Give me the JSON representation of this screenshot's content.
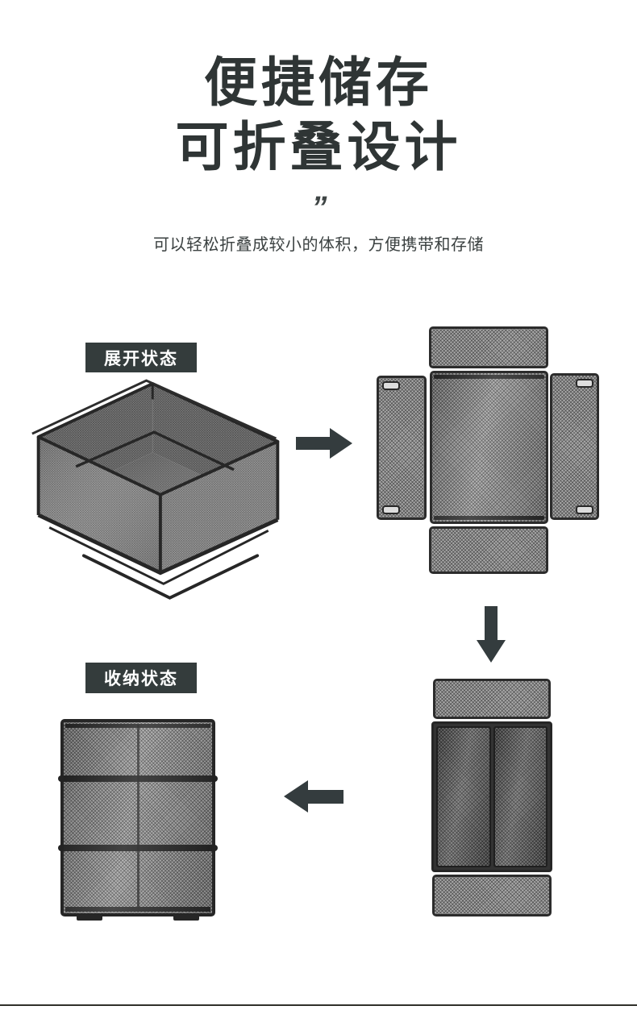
{
  "header": {
    "title_line1": "便捷储存",
    "title_line2": "可折叠设计",
    "quote_mark": "”",
    "subtitle": "可以轻松折叠成较小的体积，方便携带和存储"
  },
  "flow": {
    "expanded_label": "展开状态",
    "folded_label": "收纳状态"
  },
  "icons": {
    "step1_to_step2": "right-arrow",
    "step2_to_step3": "down-arrow",
    "step3_to_step4": "left-arrow"
  },
  "colors": {
    "background": "#ffffff",
    "title_text": "#2f3535",
    "subtitle_text": "#3b4141",
    "state_label_bg": "#343c3c",
    "state_label_text": "#ffffff",
    "arrow": "#343c3e",
    "mesh_frame": "#2b2b2b",
    "mesh_fill": "#a9a9a9",
    "bottom_divider": "#30302a"
  }
}
